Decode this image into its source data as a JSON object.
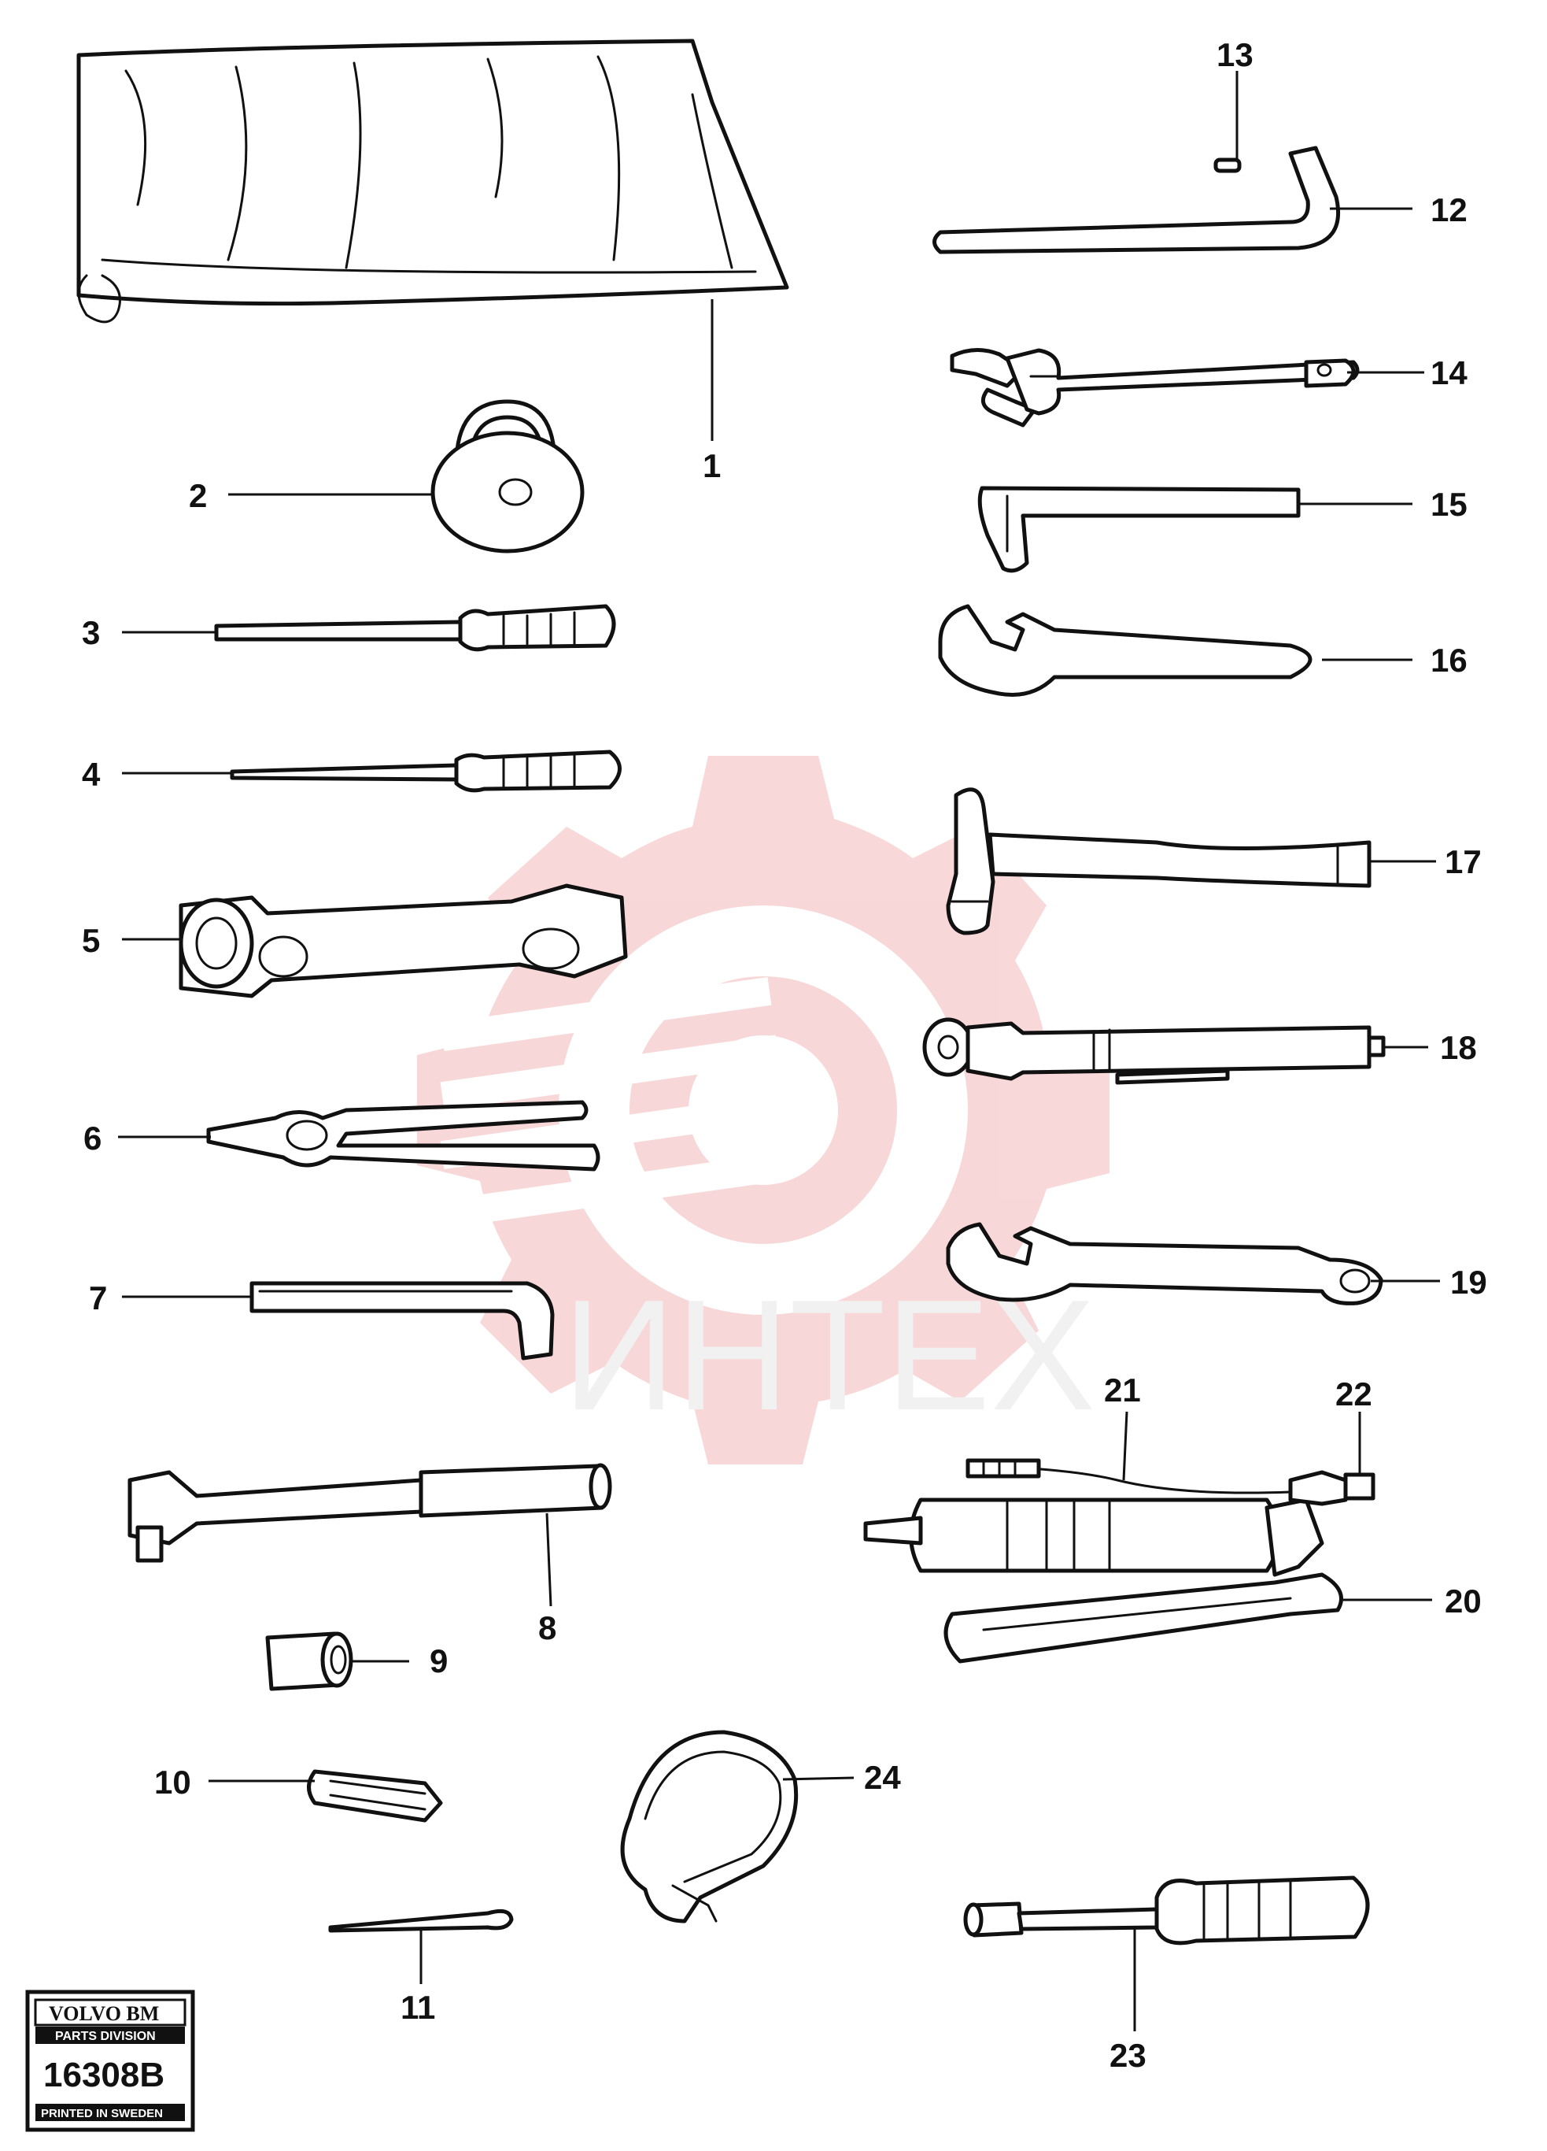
{
  "watermark": {
    "text": "ИНТЕХ",
    "color": "#f2b8b8"
  },
  "stamp": {
    "brand": "VOLVO BM",
    "division": "PARTS DIVISION",
    "number": "16308B",
    "printed": "PRINTED IN SWEDEN"
  },
  "callouts": [
    {
      "id": "1",
      "part": "tool-bag"
    },
    {
      "id": "2",
      "part": "padlock"
    },
    {
      "id": "3",
      "part": "screwdriver"
    },
    {
      "id": "4",
      "part": "cross-screwdriver"
    },
    {
      "id": "5",
      "part": "box-spanner"
    },
    {
      "id": "6",
      "part": "pliers"
    },
    {
      "id": "7",
      "part": "hex-key"
    },
    {
      "id": "8",
      "part": "ratchet-handle"
    },
    {
      "id": "9",
      "part": "socket"
    },
    {
      "id": "10",
      "part": "drift"
    },
    {
      "id": "11",
      "part": "split-pin"
    },
    {
      "id": "12",
      "part": "bent-rod"
    },
    {
      "id": "13",
      "part": "pin"
    },
    {
      "id": "14",
      "part": "adjustable-wrench"
    },
    {
      "id": "15",
      "part": "allen-key"
    },
    {
      "id": "16",
      "part": "open-end-wrench"
    },
    {
      "id": "17",
      "part": "hammer"
    },
    {
      "id": "18",
      "part": "tyre-gauge"
    },
    {
      "id": "19",
      "part": "combination-wrench"
    },
    {
      "id": "20",
      "part": "grease-gun"
    },
    {
      "id": "21",
      "part": "grease-hose"
    },
    {
      "id": "22",
      "part": "nozzle"
    },
    {
      "id": "23",
      "part": "nut-driver"
    },
    {
      "id": "24",
      "part": "strap-clamp"
    }
  ]
}
